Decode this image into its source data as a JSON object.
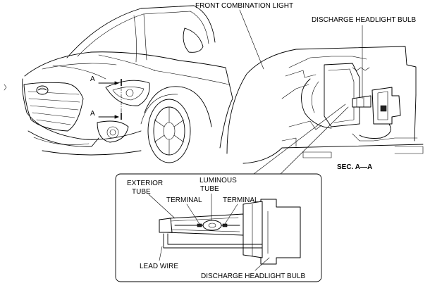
{
  "labels": {
    "front_combination_light": "FRONT COMBINATION LIGHT",
    "discharge_headlight_bulb_top": "DISCHARGE HEADLIGHT BULB",
    "section": "SEC. A—A",
    "section_marker_upper": "A",
    "section_marker_lower": "A",
    "exterior_tube_line1": "EXTERIOR",
    "exterior_tube_line2": "TUBE",
    "luminous_tube_line1": "LUMINOUS",
    "luminous_tube_line2": "TUBE",
    "terminal_left": "TERMINAL",
    "terminal_right": "TERMINAL",
    "lead_wire": "LEAD WIRE",
    "discharge_headlight_bulb_bottom": "DISCHARGE HEADLIGHT BULB"
  }
}
